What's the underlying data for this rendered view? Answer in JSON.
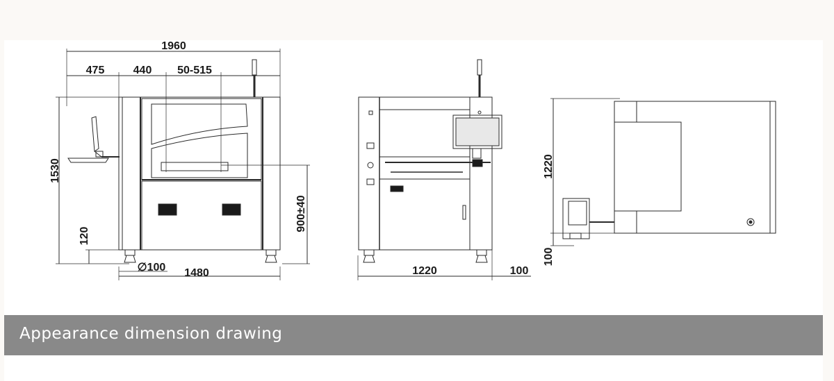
{
  "caption": "Appearance dimension drawing",
  "front_view": {
    "overall_width": "1960",
    "seg_a": "475",
    "seg_b": "440",
    "seg_c": "50-515",
    "overall_height": "1530",
    "conveyor_height": "900±40",
    "foot_height": "120",
    "foot_diameter": "∅100",
    "body_width": "1480"
  },
  "side_view": {
    "width": "1220",
    "offset": "100"
  },
  "top_view": {
    "depth": "1220",
    "offset": "100"
  }
}
